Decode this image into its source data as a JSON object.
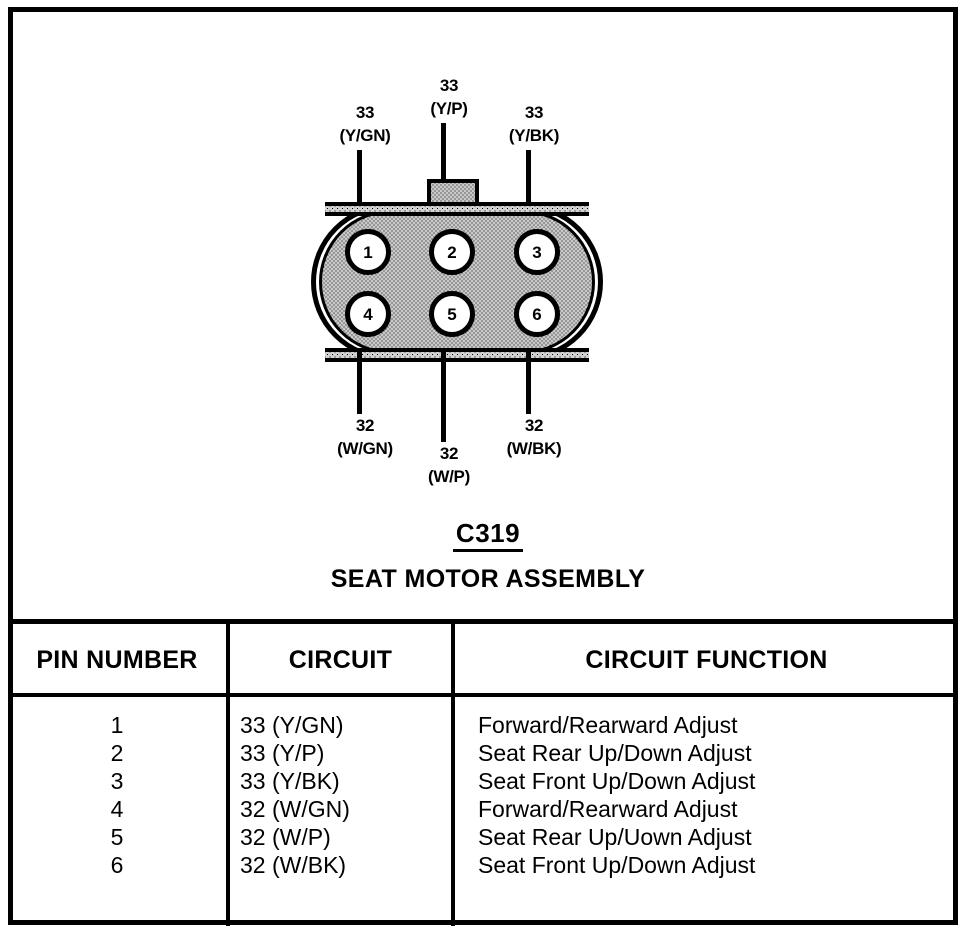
{
  "connector": {
    "id": "C319",
    "name": "SEAT MOTOR ASSEMBLY",
    "top_wires": [
      {
        "circuit": "33",
        "color": "(Y/GN)"
      },
      {
        "circuit": "33",
        "color": "(Y/P)"
      },
      {
        "circuit": "33",
        "color": "(Y/BK)"
      }
    ],
    "bottom_wires": [
      {
        "circuit": "32",
        "color": "(W/GN)"
      },
      {
        "circuit": "32",
        "color": "(W/P)"
      },
      {
        "circuit": "32",
        "color": "(W/BK)"
      }
    ],
    "pins": [
      {
        "number": "1"
      },
      {
        "number": "2"
      },
      {
        "number": "3"
      },
      {
        "number": "4"
      },
      {
        "number": "5"
      },
      {
        "number": "6"
      }
    ]
  },
  "table": {
    "headers": {
      "pin_number": "PIN NUMBER",
      "circuit": "CIRCUIT",
      "circuit_function": "CIRCUIT FUNCTION"
    },
    "rows": [
      {
        "pin": "1",
        "circuit": "33 (Y/GN)",
        "function": "Forward/Rearward Adjust"
      },
      {
        "pin": "2",
        "circuit": "33 (Y/P)",
        "function": "Seat Rear Up/Down Adjust"
      },
      {
        "pin": "3",
        "circuit": "33 (Y/BK)",
        "function": "Seat Front Up/Down Adjust"
      },
      {
        "pin": "4",
        "circuit": "32 (W/GN)",
        "function": "Forward/Rearward Adjust"
      },
      {
        "pin": "5",
        "circuit": "32 (W/P)",
        "function": "Seat Rear Up/Uown Adjust"
      },
      {
        "pin": "6",
        "circuit": "32 (W/BK)",
        "function": "Seat Front Up/Down Adjust"
      }
    ]
  },
  "colors": {
    "ink": "#000000",
    "paper": "#ffffff",
    "body_fill": "#c9c9c9"
  }
}
